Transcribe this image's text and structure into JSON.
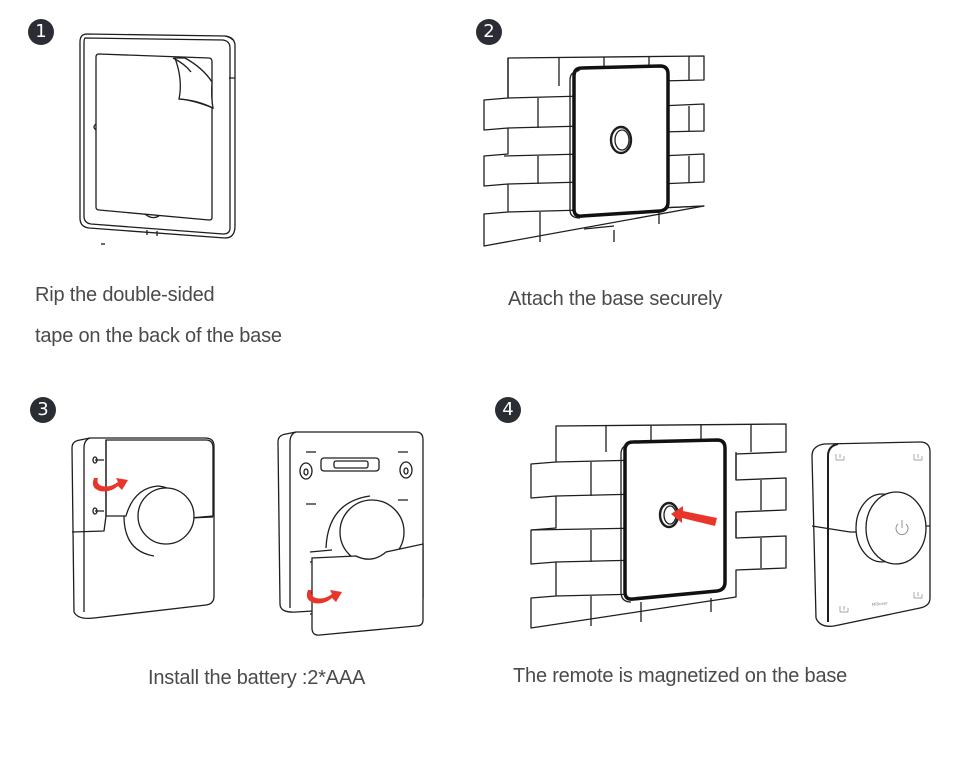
{
  "steps": [
    {
      "number": "1",
      "caption_lines": [
        "Rip the double-sided",
        "tape on the back of the base"
      ],
      "illustration": "base-plate-with-peeling-tape"
    },
    {
      "number": "2",
      "caption_lines": [
        "Attach the base securely"
      ],
      "illustration": "base-mounted-on-brick-wall"
    },
    {
      "number": "3",
      "caption_lines": [
        "Install the battery :2*AAA"
      ],
      "illustration": "remote-battery-cover-removal"
    },
    {
      "number": "4",
      "caption_lines": [
        "The remote is magnetized on the base"
      ],
      "illustration": "remote-attached-to-wall-base",
      "remote_brand": "MiBoxer"
    }
  ],
  "colors": {
    "badge": "#2a2d33",
    "arrow": "#e8372a",
    "caption_text": "#4a4a4a"
  }
}
